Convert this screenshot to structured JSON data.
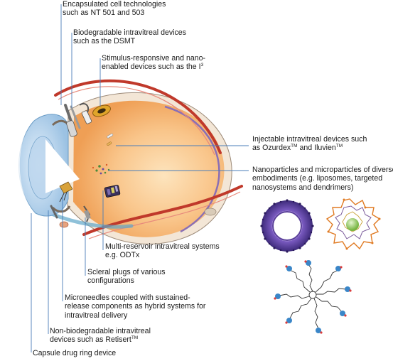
{
  "diagram": {
    "labels": {
      "encapsulated": {
        "line1": "Encapsulated cell technologies",
        "line2": "such as NT 501 and 503"
      },
      "biodegradable": {
        "line1": "Biodegradable intravitreal devices",
        "line2": "such as the DSMT"
      },
      "stimulus": {
        "line1": "Stimulus-responsive and nano-",
        "line2_text": "enabled devices such as the I",
        "line2_sup": "3"
      },
      "injectable": {
        "line1": "Injectable intravitreal devices such",
        "line2_a": "as Ozurdex",
        "line2_sup_a": "TM",
        "line2_b": " and Iluvien",
        "line2_sup_b": "TM"
      },
      "nanoparticles": {
        "line1": "Nanoparticles and microparticles of diverse",
        "line2": "embodiments (e.g. liposomes, targeted",
        "line3": "nanosystems and dendrimers)"
      },
      "multireservoir": {
        "line1": "Multi-reservoir intravitreal systems",
        "line2": "e.g. ODTx"
      },
      "scleral": {
        "line1": "Scleral plugs of various",
        "line2": "configurations"
      },
      "microneedles": {
        "line1": "Microneedles coupled with sustained-",
        "line2": "release components as hybrid systems for",
        "line3": "intravitreal delivery"
      },
      "nonbiodegradable": {
        "line1": "Non-biodegradable intravitreal",
        "line2_text": "devices such as Retisert",
        "line2_sup": "TM"
      },
      "capsule": {
        "line1": "Capsule drug ring device"
      }
    },
    "colors": {
      "sclera_red": "#c0392b",
      "vitreous_orange": "#f7b267",
      "cornea_blue": "#8fb8dc",
      "leader_line": "#4a7db8",
      "liposome_purple": "#5a3f9a",
      "dendrimer_orange": "#e07a22",
      "core_green": "#8bc34a"
    },
    "icons": [
      "eye-cross-section",
      "liposome",
      "targeted-nanosystem",
      "dendrimer"
    ]
  }
}
